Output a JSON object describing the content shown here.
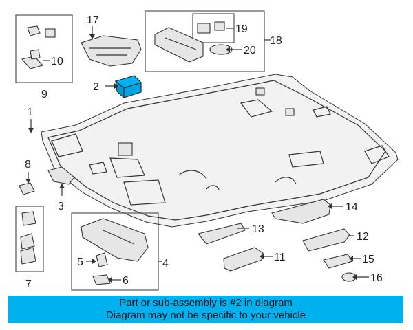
{
  "callouts": {
    "n1": "1",
    "n2": "2",
    "n3": "3",
    "n4": "4",
    "n5": "5",
    "n6": "6",
    "n7": "7",
    "n8": "8",
    "n9": "9",
    "n10": "10",
    "n11": "11",
    "n12": "12",
    "n13": "13",
    "n14": "14",
    "n15": "15",
    "n16": "16",
    "n17": "17",
    "n18": "18",
    "n19": "19",
    "n20": "20"
  },
  "banner": {
    "line1": "Part or sub-assembly is #2 in diagram",
    "line2": "Diagram may not be specific to your vehicle",
    "color": "#00b1f0"
  },
  "highlight_color": "#00b1f0"
}
